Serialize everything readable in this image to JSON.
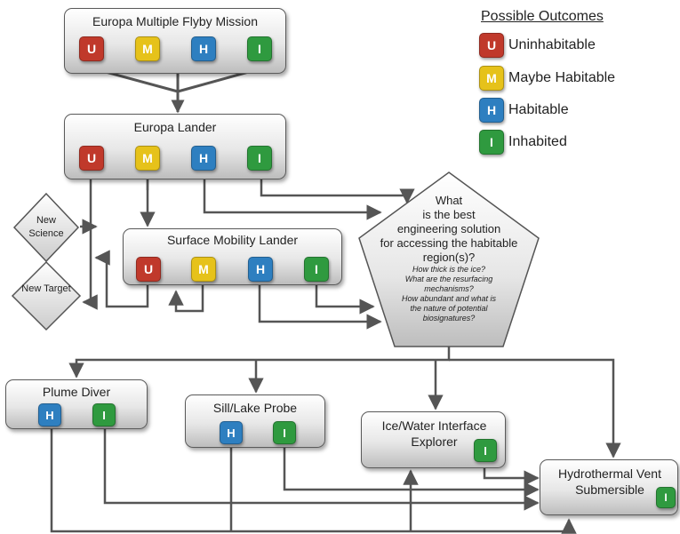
{
  "legend": {
    "title": "Possible Outcomes",
    "items": [
      {
        "letter": "U",
        "label": "Uninhabitable",
        "color": "#c0392b"
      },
      {
        "letter": "M",
        "label": "Maybe Habitable",
        "color": "#e6c21a"
      },
      {
        "letter": "H",
        "label": "Habitable",
        "color": "#2e7fc0"
      },
      {
        "letter": "I",
        "label": "Inhabited",
        "color": "#2f9a3f"
      }
    ]
  },
  "flyby": {
    "title": "Europa Multiple Flyby Mission",
    "badges": [
      "U",
      "M",
      "H",
      "I"
    ]
  },
  "lander": {
    "title": "Europa Lander",
    "badges": [
      "U",
      "M",
      "H",
      "I"
    ]
  },
  "mobility": {
    "title": "Surface Mobility Lander",
    "badges": [
      "U",
      "M",
      "H",
      "I"
    ]
  },
  "diamonds": {
    "new_science": "New Science",
    "new_target": "New Target"
  },
  "question": {
    "line1": "What",
    "line2": "is the best",
    "line3": "engineering solution",
    "line4": "for accessing the habitable",
    "line5": "region(s)?",
    "sub1": "How thick is the ice?",
    "sub2": "What are the resurfacing",
    "sub3": "mechanisms?",
    "sub4": "How abundant and what is",
    "sub5": "the nature of potential",
    "sub6": "biosignatures?"
  },
  "plume": {
    "title": "Plume Diver",
    "badges": [
      "H",
      "I"
    ]
  },
  "sill": {
    "title": "Sill/Lake Probe",
    "badges": [
      "H",
      "I"
    ]
  },
  "icewater": {
    "title_line1": "Ice/Water Interface",
    "title_line2": "Explorer",
    "badges": [
      "I"
    ]
  },
  "hydro": {
    "title_line1": "Hydrothermal Vent",
    "title_line2": "Submersible",
    "badges": [
      "I"
    ]
  }
}
